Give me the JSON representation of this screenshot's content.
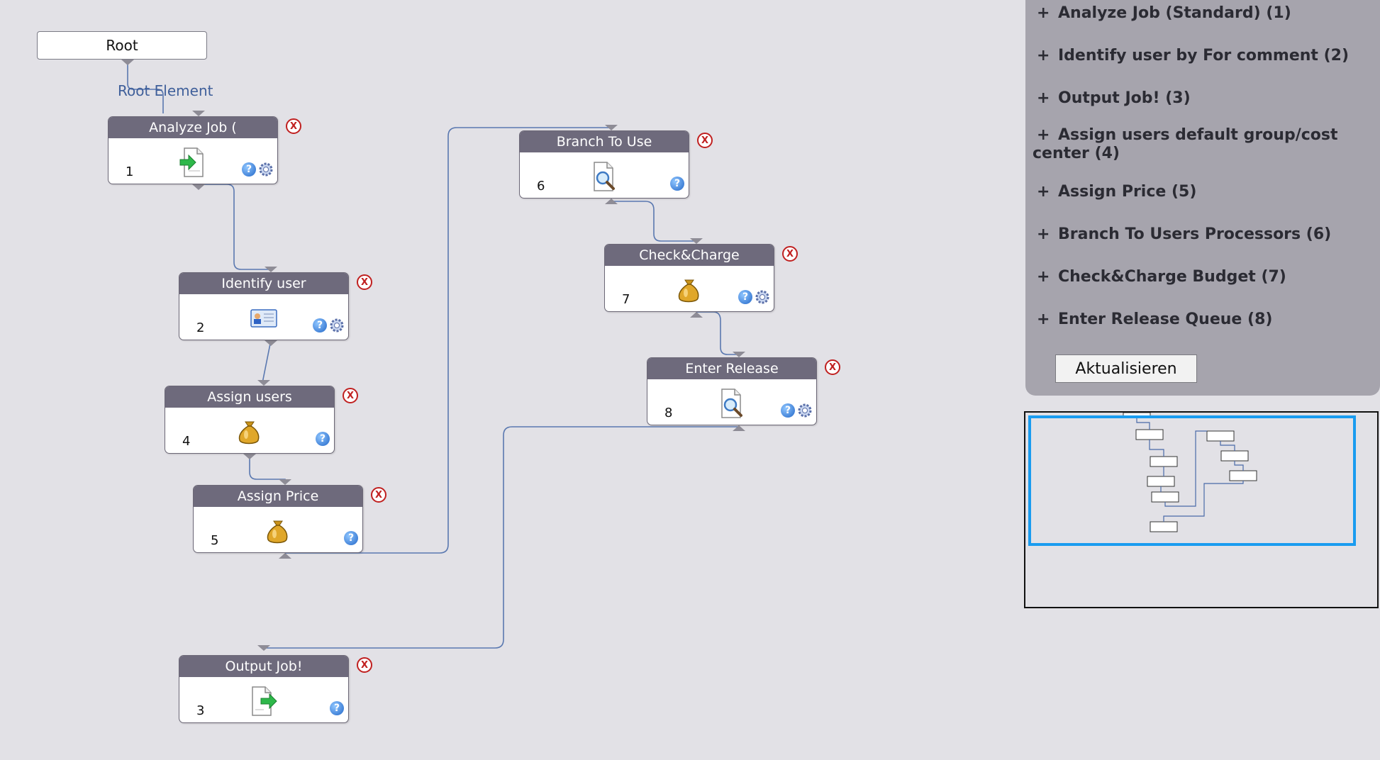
{
  "root": {
    "label": "Root",
    "caption": "Root Element"
  },
  "nodes": [
    {
      "id": "n1",
      "title": "Analyze Job (",
      "number": "1",
      "icon": "document-arrow-in-icon",
      "gear": true
    },
    {
      "id": "n2",
      "title": "Identify user",
      "number": "2",
      "icon": "id-card-icon",
      "gear": true
    },
    {
      "id": "n4",
      "title": "Assign users",
      "number": "4",
      "icon": "money-bag-icon",
      "gear": false
    },
    {
      "id": "n5",
      "title": "Assign Price",
      "number": "5",
      "icon": "money-bag-icon",
      "gear": false
    },
    {
      "id": "n3",
      "title": "Output Job!",
      "number": "3",
      "icon": "document-arrow-out-icon",
      "gear": false
    },
    {
      "id": "n6",
      "title": "Branch To Use",
      "number": "6",
      "icon": "document-search-icon",
      "gear": false
    },
    {
      "id": "n7",
      "title": "Check&Charge",
      "number": "7",
      "icon": "money-bag-icon",
      "gear": true
    },
    {
      "id": "n8",
      "title": "Enter Release",
      "number": "8",
      "icon": "document-search-icon",
      "gear": true
    }
  ],
  "node_symbols": {
    "help": "?",
    "delete": "X"
  },
  "panel": {
    "items": [
      {
        "symbol": "+",
        "label": "Analyze Job (Standard) (1)"
      },
      {
        "symbol": "+",
        "label": "Identify user by For comment (2)"
      },
      {
        "symbol": "+",
        "label": "Output Job! (3)"
      },
      {
        "symbol": "+",
        "label": "Assign users default group/cost center (4)"
      },
      {
        "symbol": "+",
        "label": "Assign Price (5)"
      },
      {
        "symbol": "+",
        "label": "Branch To Users Processors (6)"
      },
      {
        "symbol": "+",
        "label": "Check&Charge Budget (7)"
      },
      {
        "symbol": "+",
        "label": "Enter Release Queue (8)"
      }
    ],
    "refresh_label": "Aktualisieren"
  },
  "colors": {
    "canvas": "#e2e1e6",
    "node_header": "#6e6a7c",
    "connector": "#5a78b0",
    "panel": "#a6a4ad",
    "overview_viewport": "#1a9cf0",
    "delete": "#c02020",
    "help": "#2367c8"
  }
}
